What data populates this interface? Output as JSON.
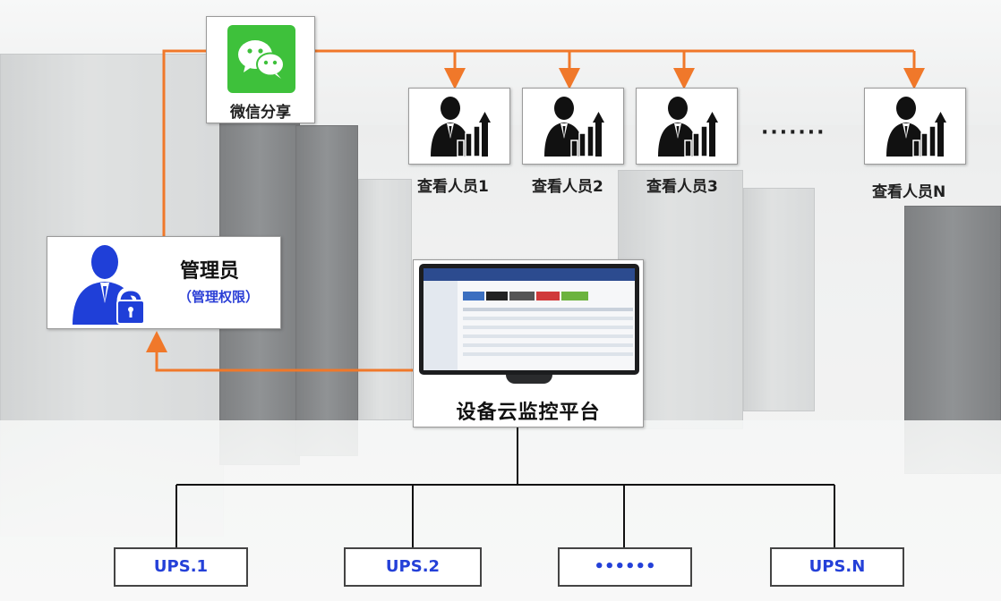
{
  "wechat": {
    "label": "微信分享"
  },
  "viewers": [
    {
      "label": "查看人员1"
    },
    {
      "label": "查看人员2"
    },
    {
      "label": "查看人员3"
    },
    {
      "label": "查看人员N"
    }
  ],
  "viewer_ellipsis": "·······",
  "admin": {
    "title": "管理员",
    "subtitle": "（管理权限）"
  },
  "platform": {
    "label": "设备云监控平台"
  },
  "ups": [
    {
      "label": "UPS.1"
    },
    {
      "label": "UPS.2"
    },
    {
      "label": "••••••"
    },
    {
      "label": "UPS.N"
    }
  ],
  "colors": {
    "connector_orange": "#f0782a",
    "icon_black": "#111111",
    "admin_blue": "#1f3fd8",
    "wechat_green": "#3ec13b",
    "ups_text_blue": "#2440d8"
  }
}
